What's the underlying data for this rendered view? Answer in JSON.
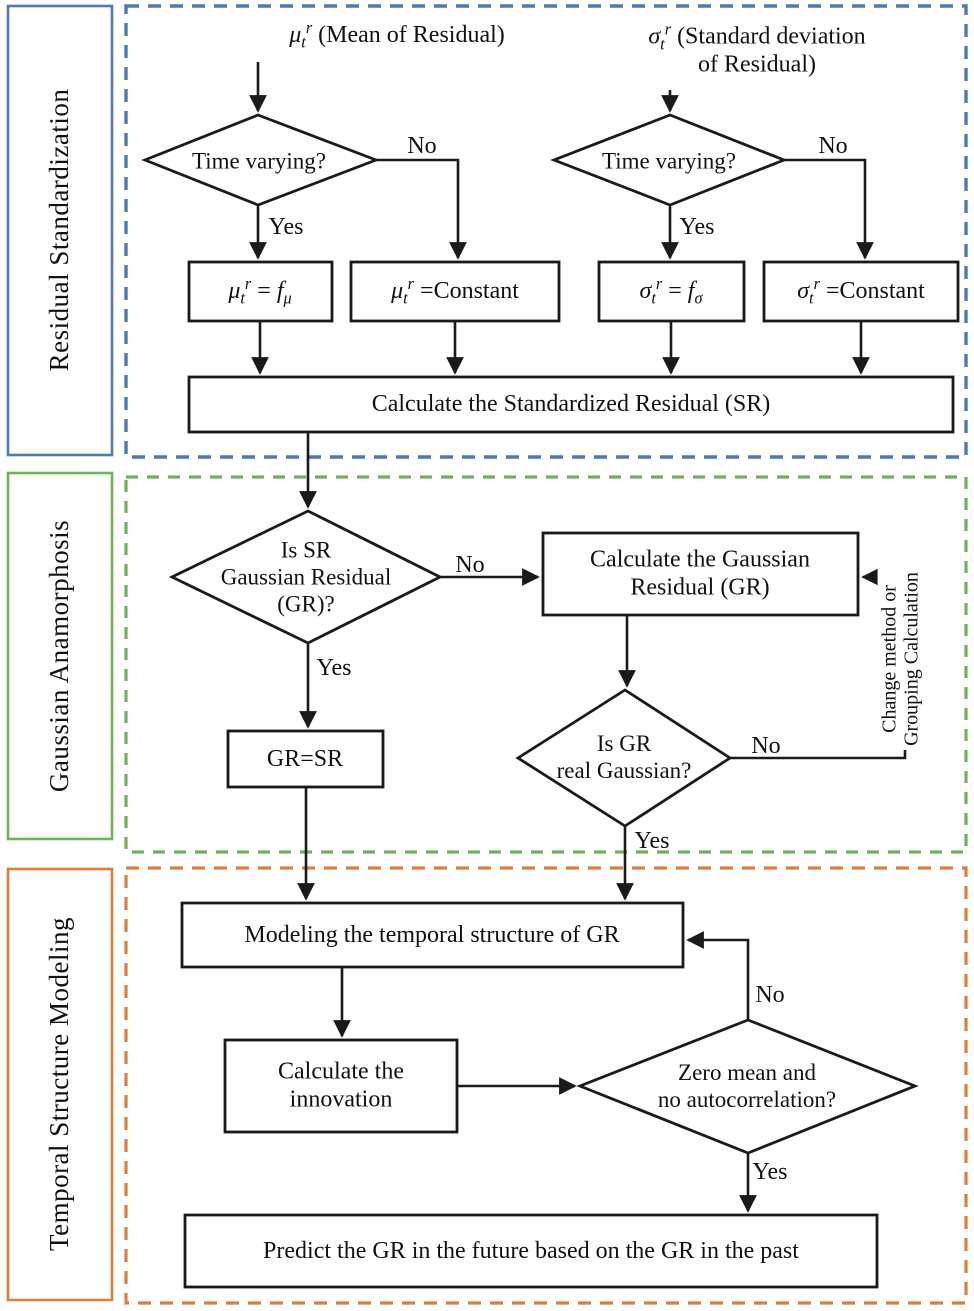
{
  "colors": {
    "section_residual": "#4d79b5",
    "section_gaussian": "#6fb25a",
    "section_temporal": "#dd7e3c",
    "flow_line": "#1a1a1a"
  },
  "sections": [
    {
      "label": "Residual Standardization"
    },
    {
      "label": "Gaussian Anamorphosis"
    },
    {
      "label": "Temporal Structure Modeling"
    }
  ],
  "nodes": {
    "mu_input": "*μ*_{*t*}^{*r*} (Mean of Residual)",
    "sigma_input_line1": "*σ*_{*t*}^{*r*} (Standard deviation",
    "sigma_input_line2": "of Residual)",
    "mu_decision": "Time varying?",
    "sigma_decision": "Time varying?",
    "mu_fit": "*μ*_{*t*}^{*r*} = *f*_{*μ*}",
    "mu_const": "*μ*_{*t*}^{*r*} =Constant",
    "sigma_fit": "*σ*_{*t*}^{*r*} = *f*_{*σ*}",
    "sigma_const": "*σ*_{*t*}^{*r*} =Constant",
    "calc_sr": "Calculate the Standardized Residual (SR)",
    "is_sr_gr_line1": "Is SR",
    "is_sr_gr_line2": "Gaussian Residual",
    "is_sr_gr_line3": "(GR)?",
    "calc_gr_line1": "Calculate the Gaussian",
    "calc_gr_line2": "Residual (GR)",
    "gr_eq_sr": "GR=SR",
    "is_gr_gaussian_line1": "Is GR",
    "is_gr_gaussian_line2": "real Gaussian?",
    "feedback_line1": "Change method or",
    "feedback_line2": "Grouping Calculation",
    "modeling": "Modeling the temporal structure of GR",
    "innovation_line1": "Calculate the",
    "innovation_line2": "innovation",
    "zero_mean_line1": "Zero mean and",
    "zero_mean_line2": "no autocorrelation?",
    "predict": "Predict the GR in the future based on the GR in the past"
  },
  "edge_labels": {
    "mu_yes": "Yes",
    "mu_no": "No",
    "sigma_yes": "Yes",
    "sigma_no": "No",
    "sr_yes": "Yes",
    "sr_no": "No",
    "gr_yes": "Yes",
    "gr_no": "No",
    "zm_yes": "Yes",
    "zm_no": "No"
  }
}
